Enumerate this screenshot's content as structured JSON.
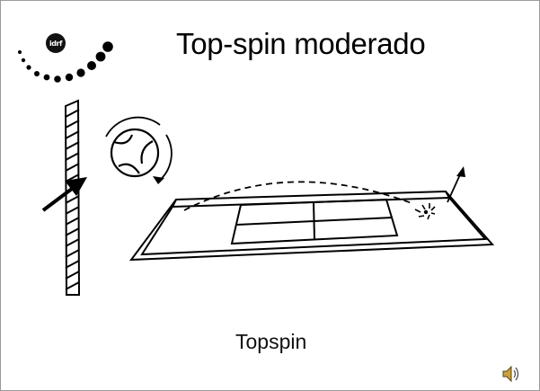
{
  "slide": {
    "title": "Top-spin moderado",
    "caption": "Topspin",
    "logo_text": "idrf"
  },
  "icons": {
    "logo": "logo-dots-icon",
    "speaker": "speaker-icon"
  },
  "colors": {
    "ink": "#000000",
    "background": "#ffffff",
    "speaker_body": "#c8a040"
  }
}
